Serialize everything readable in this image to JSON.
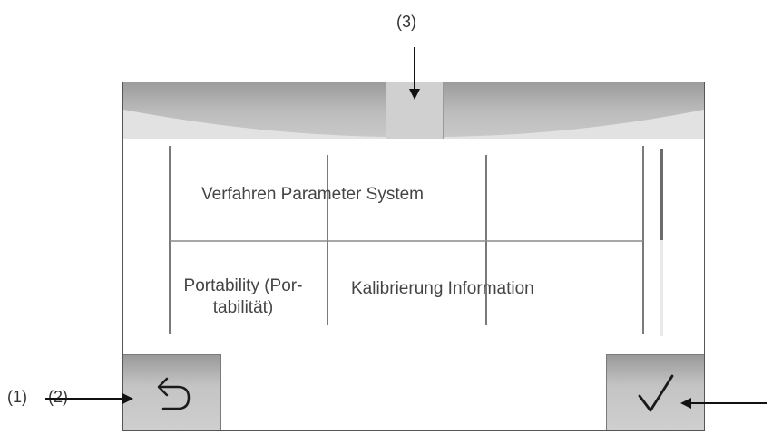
{
  "callouts": {
    "c1": "(1)",
    "c2": "(2)",
    "c3": "(3)"
  },
  "menu": {
    "row1_text": "Verfahren Parameter System",
    "row2_portability": "Portability (Por-\ntabilität)",
    "row2_text": "Kalibrierung Information"
  },
  "softkeys": {
    "back_icon": "undo-arrow-icon",
    "ok_icon": "checkmark-icon"
  },
  "colors": {
    "bar": "#bdbdbd",
    "tab": "#d0d0d0",
    "softkey": "#c4c4c4",
    "lines": "#7a7a7a"
  }
}
